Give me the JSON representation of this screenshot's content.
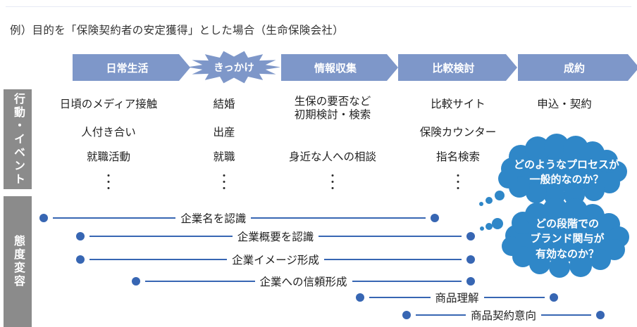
{
  "title": "例）目的を「保険契約者の安定獲得」とした場合（生命保険会社）",
  "stages": [
    {
      "label": "日常生活"
    },
    {
      "label": "きっかけ"
    },
    {
      "label": "情報収集"
    },
    {
      "label": "比較検討"
    },
    {
      "label": "成約"
    }
  ],
  "sidebar": {
    "behavior_label": "行動・イベント",
    "attitude_label": "態度変容"
  },
  "behavior_columns": [
    {
      "stage": "日常生活",
      "items": [
        "日頃のメディア接触",
        "人付き合い",
        "就職活動"
      ],
      "ellipsis": true
    },
    {
      "stage": "きっかけ",
      "items": [
        "結婚",
        "出産",
        "就職"
      ],
      "ellipsis": true
    },
    {
      "stage": "情報収集",
      "items": [
        "生保の要否など\n初期検討・検索",
        "身近な人への相談"
      ],
      "ellipsis": true
    },
    {
      "stage": "比較検討",
      "items": [
        "比較サイト",
        "保険カウンター",
        "指名検索"
      ],
      "ellipsis": true
    },
    {
      "stage": "成約",
      "items": [
        "申込・契約"
      ],
      "ellipsis": false
    }
  ],
  "attitude_lines": [
    {
      "label": "企業名を認識"
    },
    {
      "label": "企業概要を認識"
    },
    {
      "label": "企業イメージ形成"
    },
    {
      "label": "企業への信頼形成"
    },
    {
      "label": "商品理解"
    },
    {
      "label": "商品契約意向"
    }
  ],
  "thought_bubbles": [
    {
      "lines": [
        "どのようなプロセスが",
        "一般的なのか？"
      ]
    },
    {
      "lines": [
        "どの段階での",
        "ブランド関与が",
        "有効なのか？"
      ]
    }
  ],
  "colors": {
    "stage_blue": "#7E97C9",
    "timeline_blue": "#3766B3",
    "bubble_blue": "#2F87C8",
    "axis_gray": "#8B8B8B"
  }
}
